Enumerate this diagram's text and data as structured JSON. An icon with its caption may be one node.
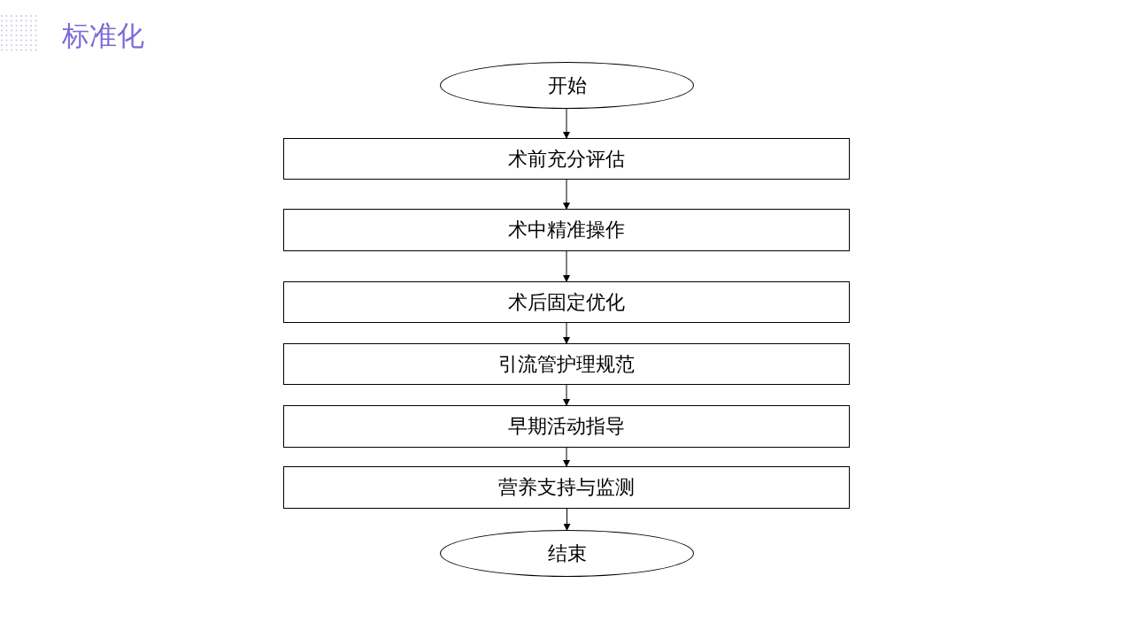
{
  "diagram": {
    "title": "标准化",
    "nodes": [
      {
        "text": [
          "开始"
        ]
      },
      {
        "text": [
          "术前充分评估"
        ]
      },
      {
        "text": [
          "术中精准操作"
        ]
      },
      {
        "text": [
          "术后固定优化"
        ]
      },
      {
        "text": [
          "引流管护理规范"
        ]
      },
      {
        "text": [
          "早期活动指导"
        ]
      },
      {
        "text": [
          "营养支持与监测"
        ]
      },
      {
        "text": [
          "结束"
        ]
      }
    ],
    "edges": [
      {
        "from": 0,
        "to": 1,
        "arrow": "to"
      },
      {
        "from": 1,
        "to": 2,
        "arrow": "to"
      },
      {
        "from": 2,
        "to": 3,
        "arrow": "to"
      },
      {
        "from": 3,
        "to": 4,
        "arrow": "to"
      },
      {
        "from": 4,
        "to": 5,
        "arrow": "to"
      },
      {
        "from": 5,
        "to": 6,
        "arrow": "to"
      },
      {
        "from": 6,
        "to": 7,
        "arrow": "to"
      }
    ]
  }
}
